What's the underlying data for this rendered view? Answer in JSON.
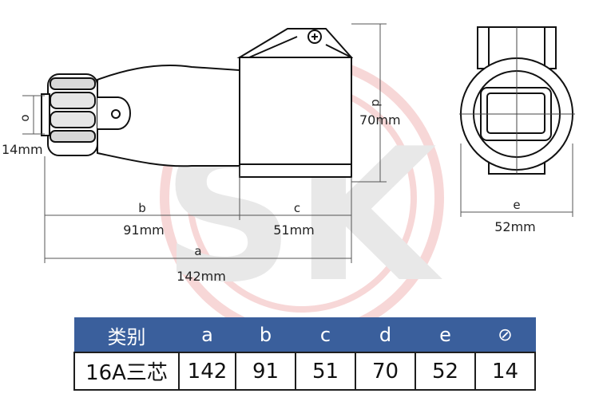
{
  "watermark": {
    "text": "SK",
    "ring_color": "#f2b8b8",
    "letter_color": "#d6d6d6"
  },
  "side_view": {
    "labels": {
      "o": "o",
      "dia": "14mm",
      "b": "b",
      "b_value": "91mm",
      "c": "c",
      "c_value": "51mm",
      "a": "a",
      "a_value": "142mm",
      "d": "d",
      "d_value": "70mm"
    }
  },
  "front_view": {
    "labels": {
      "e": "e",
      "e_value": "52mm"
    }
  },
  "table": {
    "header_color": "#3a5f9c",
    "headers": [
      "类别",
      "a",
      "b",
      "c",
      "d",
      "e",
      "⊘"
    ],
    "row": [
      "16A三芯",
      "142",
      "91",
      "51",
      "70",
      "52",
      "14"
    ]
  }
}
